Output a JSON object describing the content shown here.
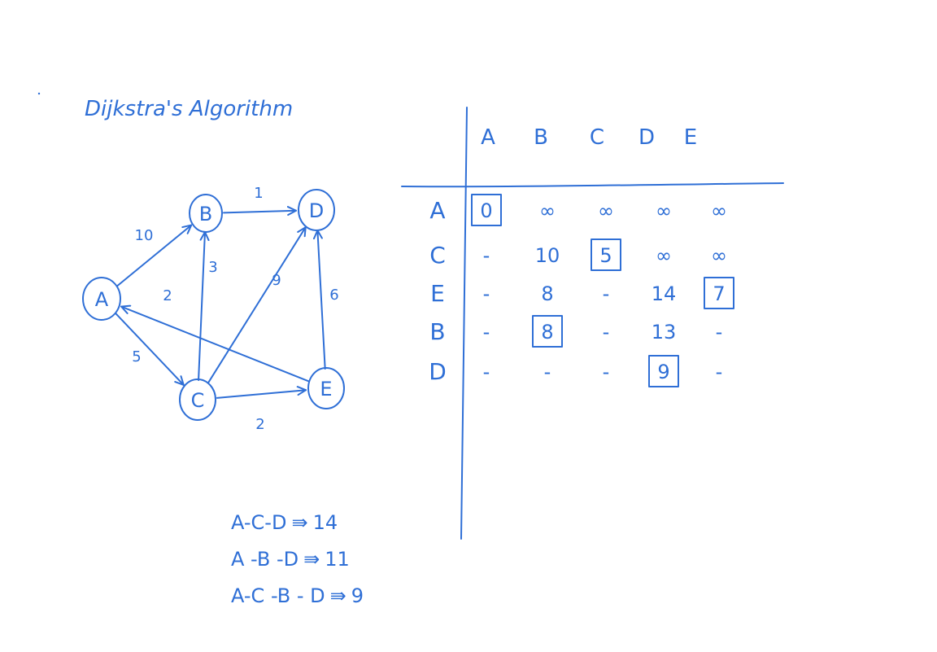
{
  "title": "Dijkstra's Algorithm",
  "colors": {
    "ink": "#2f6fd6",
    "background": "#ffffff"
  },
  "graph": {
    "nodes": [
      {
        "id": "A",
        "label": "A"
      },
      {
        "id": "B",
        "label": "B"
      },
      {
        "id": "C",
        "label": "C"
      },
      {
        "id": "D",
        "label": "D"
      },
      {
        "id": "E",
        "label": "E"
      }
    ],
    "edges": [
      {
        "from": "A",
        "to": "B",
        "weight": "10"
      },
      {
        "from": "B",
        "to": "D",
        "weight": "1"
      },
      {
        "from": "C",
        "to": "B",
        "weight": "3"
      },
      {
        "from": "C",
        "to": "D",
        "weight": "9"
      },
      {
        "from": "E",
        "to": "A",
        "weight": "2"
      },
      {
        "from": "A",
        "to": "C",
        "weight": "5"
      },
      {
        "from": "C",
        "to": "E",
        "weight": "2"
      },
      {
        "from": "E",
        "to": "D",
        "weight": "6"
      }
    ]
  },
  "table": {
    "columns": [
      "A",
      "B",
      "C",
      "D",
      "E"
    ],
    "rows": [
      {
        "label": "A",
        "cells": [
          "0",
          "∞",
          "∞",
          "∞",
          "∞"
        ],
        "boxed": 0
      },
      {
        "label": "C",
        "cells": [
          "-",
          "10",
          "5",
          "∞",
          "∞"
        ],
        "boxed": 2
      },
      {
        "label": "E",
        "cells": [
          "-",
          "8",
          "-",
          "14",
          "7"
        ],
        "boxed": 4
      },
      {
        "label": "B",
        "cells": [
          "-",
          "8",
          "-",
          "13",
          "-"
        ],
        "boxed": 1
      },
      {
        "label": "D",
        "cells": [
          "-",
          "-",
          "-",
          "9",
          "-"
        ],
        "boxed": 3
      }
    ]
  },
  "paths": [
    {
      "route": "A-C-D",
      "arrow": "⇛",
      "cost": "14"
    },
    {
      "route": "A -B -D",
      "arrow": "⇛",
      "cost": "11"
    },
    {
      "route": "A-C -B - D",
      "arrow": "⇛",
      "cost": "9"
    }
  ]
}
